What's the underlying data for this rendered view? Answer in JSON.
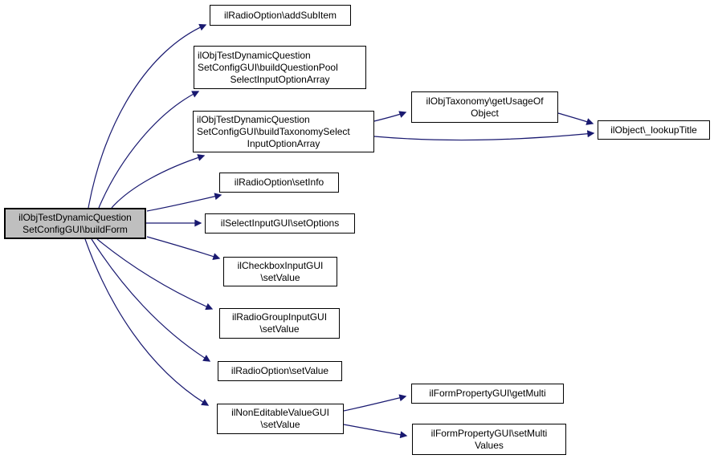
{
  "diagram": {
    "type": "call-graph",
    "colors": {
      "background": "#ffffff",
      "edge-color": "#191970",
      "node-border": "#000000",
      "node-fill": "#ffffff",
      "root-fill": "#bfbfbf",
      "text-color": "#000000"
    }
  },
  "nodes": {
    "buildForm": {
      "lines": [
        {
          "t": "ilObjTestDynamicQuestion",
          "a": "center"
        },
        {
          "t": "SetConfigGUI\\buildForm",
          "a": "center"
        }
      ]
    },
    "addSubItem": {
      "lines": [
        {
          "t": "ilRadioOption\\addSubItem",
          "a": "center"
        }
      ]
    },
    "buildQuestionPool": {
      "lines": [
        {
          "t": "ilObjTestDynamicQuestion",
          "a": "left"
        },
        {
          "t": "SetConfigGUI\\buildQuestionPool",
          "a": "left"
        },
        {
          "t": "SelectInputOptionArray",
          "a": "center"
        }
      ]
    },
    "buildTaxonomy": {
      "lines": [
        {
          "t": "ilObjTestDynamicQuestion",
          "a": "left"
        },
        {
          "t": "SetConfigGUI\\buildTaxonomySelect",
          "a": "left"
        },
        {
          "t": "InputOptionArray",
          "a": "center"
        }
      ]
    },
    "setInfo": {
      "lines": [
        {
          "t": "ilRadioOption\\setInfo",
          "a": "center"
        }
      ]
    },
    "setOptions": {
      "lines": [
        {
          "t": "ilSelectInputGUI\\setOptions",
          "a": "center"
        }
      ]
    },
    "checkboxSetValue": {
      "lines": [
        {
          "t": "ilCheckboxInputGUI",
          "a": "center"
        },
        {
          "t": "\\setValue",
          "a": "center"
        }
      ]
    },
    "radioGroupSetValue": {
      "lines": [
        {
          "t": "ilRadioGroupInputGUI",
          "a": "center"
        },
        {
          "t": "\\setValue",
          "a": "center"
        }
      ]
    },
    "radioOptionSetValue": {
      "lines": [
        {
          "t": "ilRadioOption\\setValue",
          "a": "center"
        }
      ]
    },
    "nonEditableSetValue": {
      "lines": [
        {
          "t": "ilNonEditableValueGUI",
          "a": "center"
        },
        {
          "t": "\\setValue",
          "a": "center"
        }
      ]
    },
    "getUsageOfObject": {
      "lines": [
        {
          "t": "ilObjTaxonomy\\getUsageOf",
          "a": "center"
        },
        {
          "t": "Object",
          "a": "center"
        }
      ]
    },
    "lookupTitle": {
      "lines": [
        {
          "t": "ilObject\\_lookupTitle",
          "a": "center"
        }
      ]
    },
    "getMulti": {
      "lines": [
        {
          "t": "ilFormPropertyGUI\\getMulti",
          "a": "center"
        }
      ]
    },
    "setMultiValues": {
      "lines": [
        {
          "t": "ilFormPropertyGUI\\setMulti",
          "a": "center"
        },
        {
          "t": "Values",
          "a": "center"
        }
      ]
    }
  },
  "edges": [
    {
      "from": "buildForm",
      "to": "addSubItem"
    },
    {
      "from": "buildForm",
      "to": "buildQuestionPool"
    },
    {
      "from": "buildForm",
      "to": "buildTaxonomy"
    },
    {
      "from": "buildForm",
      "to": "setInfo"
    },
    {
      "from": "buildForm",
      "to": "setOptions"
    },
    {
      "from": "buildForm",
      "to": "checkboxSetValue"
    },
    {
      "from": "buildForm",
      "to": "radioGroupSetValue"
    },
    {
      "from": "buildForm",
      "to": "radioOptionSetValue"
    },
    {
      "from": "buildForm",
      "to": "nonEditableSetValue"
    },
    {
      "from": "buildTaxonomy",
      "to": "getUsageOfObject"
    },
    {
      "from": "buildTaxonomy",
      "to": "lookupTitle"
    },
    {
      "from": "getUsageOfObject",
      "to": "lookupTitle"
    },
    {
      "from": "nonEditableSetValue",
      "to": "getMulti"
    },
    {
      "from": "nonEditableSetValue",
      "to": "setMultiValues"
    }
  ]
}
